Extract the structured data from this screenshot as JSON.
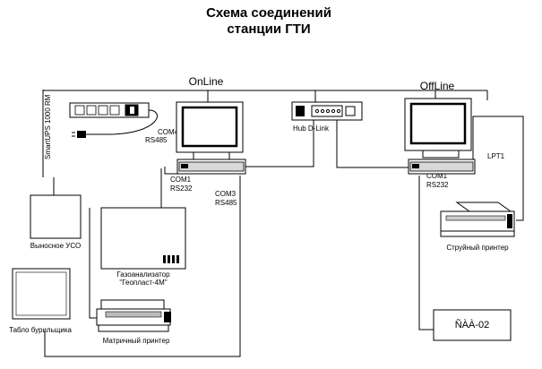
{
  "title": {
    "line1": "Схема соединений",
    "line2": "станции ГТИ"
  },
  "labels": {
    "online": "OnLine",
    "offline": "OffLine",
    "ups": "SmartUPS 1000 RM",
    "hub": "Hub D-Link",
    "com4": "COM4",
    "rs485_com4": "RS485",
    "com1_online": "COM1",
    "rs232_online": "RS232",
    "com3": "COM3",
    "rs485_com3": "RS485",
    "com1_offline": "COM1",
    "rs232_offline": "RS232",
    "lpt1": "LPT1",
    "remote_uso": "Выносное УСО",
    "gas_analyzer_line1": "Газоанализатор",
    "gas_analyzer_line2": "\"Геопласт-4М\"",
    "driller_board": "Табло бурильщика",
    "matrix_printer": "Матричный принтер",
    "inkjet_printer": "Струйный принтер",
    "sss02": "ÑÀÀ-02"
  }
}
